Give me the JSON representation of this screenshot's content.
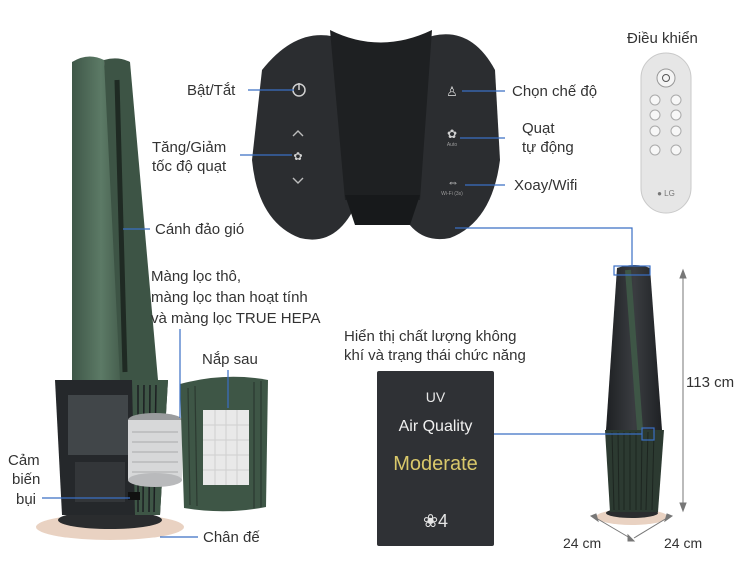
{
  "labels": {
    "on_off": "Bật/Tắt",
    "speed_line1": "Tăng/Giảm",
    "speed_line2": "tốc độ quạt",
    "mode": "Chọn chế độ",
    "auto_line1": "Quạt",
    "auto_line2": "tự động",
    "swing": "Xoay/Wifi",
    "remote": "Điều khiển",
    "vane": "Cánh đảo gió",
    "filter_line1": "Màng lọc thô,",
    "filter_line2": "màng lọc than hoạt tính",
    "filter_line3": "và màng lọc TRUE HEPA",
    "back_cover": "Nắp sau",
    "display_line1": "Hiển thị chất lượng không",
    "display_line2": "khí và trạng thái chức năng",
    "sensor_line1": "Cảm",
    "sensor_line2": "biến",
    "sensor_line3": "bụi",
    "base": "Chân đế",
    "height": "113 cm",
    "width_left": "24 cm",
    "width_right": "24 cm"
  },
  "panel": {
    "uv": "UV",
    "air_quality": "Air Quality",
    "status": "Moderate",
    "fan": "❀4"
  },
  "colors": {
    "body_green": "#4f6b58",
    "dark": "#2b2d30",
    "line_blue": "#3a6fc4",
    "base_beige": "#e9d2c2",
    "moderate_yellow": "#d9c86a"
  },
  "icons": {
    "power": "power-icon",
    "mode": "person-icon",
    "auto_fan": "fan-icon",
    "swing": "swing-arrows-icon",
    "up": "chevron-up-icon",
    "down": "chevron-down-icon",
    "logo": "LG"
  }
}
